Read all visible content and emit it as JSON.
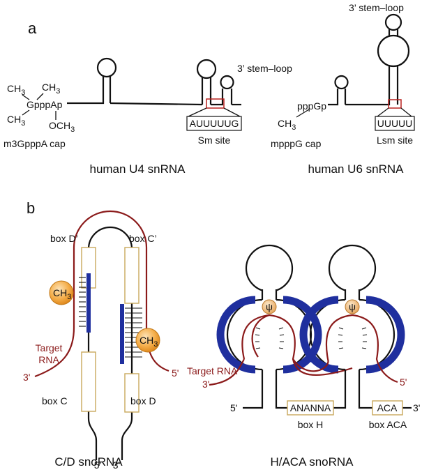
{
  "panel_a": {
    "label": "a",
    "u4": {
      "title": "human U4 snRNA",
      "cap_label": "m3GpppA cap",
      "cap_gppp": "GpppAp",
      "ch3": "CH",
      "och3": "OCH",
      "sub3": "3",
      "box_seq": "AUUUUUG",
      "site": "Sm site",
      "stem_loop": "3’ stem–loop"
    },
    "u6": {
      "title": "human U6 snRNA",
      "cap_label": "mpppG cap",
      "cap_gp": "pppGp",
      "ch3": "CH",
      "sub3": "3",
      "box_seq": "UUUUU",
      "site": "Lsm site",
      "stem_loop": "3’ stem–loop"
    }
  },
  "panel_b": {
    "label": "b",
    "cd": {
      "title": "C/D snoRNA",
      "box_d_prime": "box D’",
      "box_c_prime": "box C’",
      "box_c": "box C",
      "box_d": "box D",
      "target_line1": "Target",
      "target_line2": "RNA",
      "end3": "3'",
      "end5": "5'",
      "bottom5": "5'",
      "bottom3": "3'",
      "ch3": "CH",
      "sub3": "3"
    },
    "haca": {
      "title": "H/ACA snoRNA",
      "target": "Target RNA",
      "end3": "3'",
      "end5": "5'",
      "left5": "5'",
      "right3": "3'",
      "psi": "ψ",
      "box_h_seq": "ANANNA",
      "box_h": "box H",
      "box_aca_seq": "ACA",
      "box_aca": "box ACA"
    }
  },
  "colors": {
    "rna": "#8b1a1a",
    "protein_blue": "#1f2f9e",
    "box_border": "#c9a85c",
    "methyl_orange": "#f0a53a"
  }
}
